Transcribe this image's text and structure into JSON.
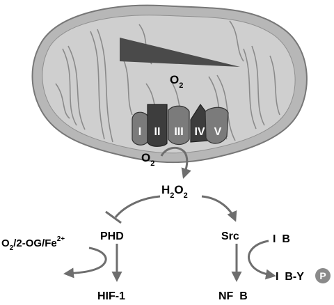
{
  "mitochondrion": {
    "gradient_label": {
      "base": "O",
      "sub": "2"
    },
    "complexes": [
      "I",
      "II",
      "III",
      "IV",
      "V"
    ],
    "complex_o2_label": {
      "base": "O",
      "sub": "2"
    }
  },
  "pathway": {
    "h2o2": {
      "p1": "H",
      "s1": "2",
      "p2": "O",
      "s2": "2"
    },
    "phd_cofactors": {
      "p1": "O",
      "s1": "2",
      "p2": "/2-OG/Fe",
      "sup": "2+"
    },
    "phd": "PHD",
    "src": "Src",
    "ikb": "I  B",
    "hif": "HIF-1",
    "nfkb": "NF  B",
    "ikb_y": "I  B-Y",
    "phospho": "P"
  },
  "colors": {
    "membrane": "#8a8a8a",
    "matrix": "#c9c9c9",
    "cristae": "#7a7a7a",
    "gradient": "#4a4a4a",
    "complex_dark": "#3d3d3d",
    "complex_mid": "#7b7b7b",
    "arrow": "#6e6e6e",
    "text": "#000000",
    "white_text": "#ffffff"
  }
}
